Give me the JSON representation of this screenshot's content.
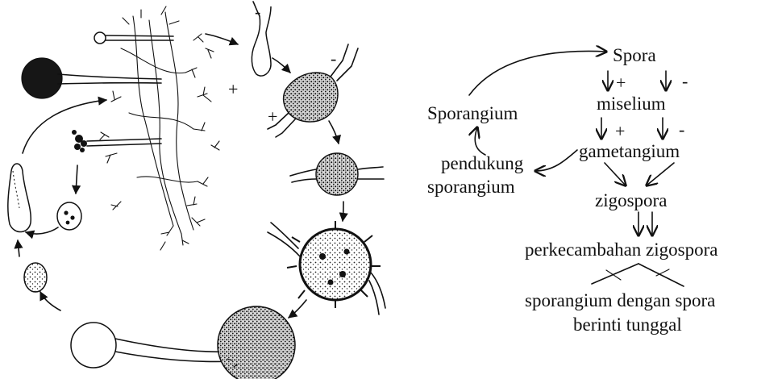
{
  "flowchart": {
    "spora": "Spora",
    "miselium": "miselium",
    "gametangium": "gametangium",
    "zigospora": "zigospora",
    "perkecambahan": "perkecambahan zigospora",
    "sporangium_line1": "sporangium dengan spora",
    "sporangium_line2": "berinti tunggal",
    "sporangium": "Sporangium",
    "pendukung_line1": "pendukung",
    "pendukung_line2": "sporangium",
    "sign_plus": "+",
    "sign_minus": "-"
  },
  "illustration": {
    "sign_plus": "+",
    "sign_minus": "-"
  }
}
